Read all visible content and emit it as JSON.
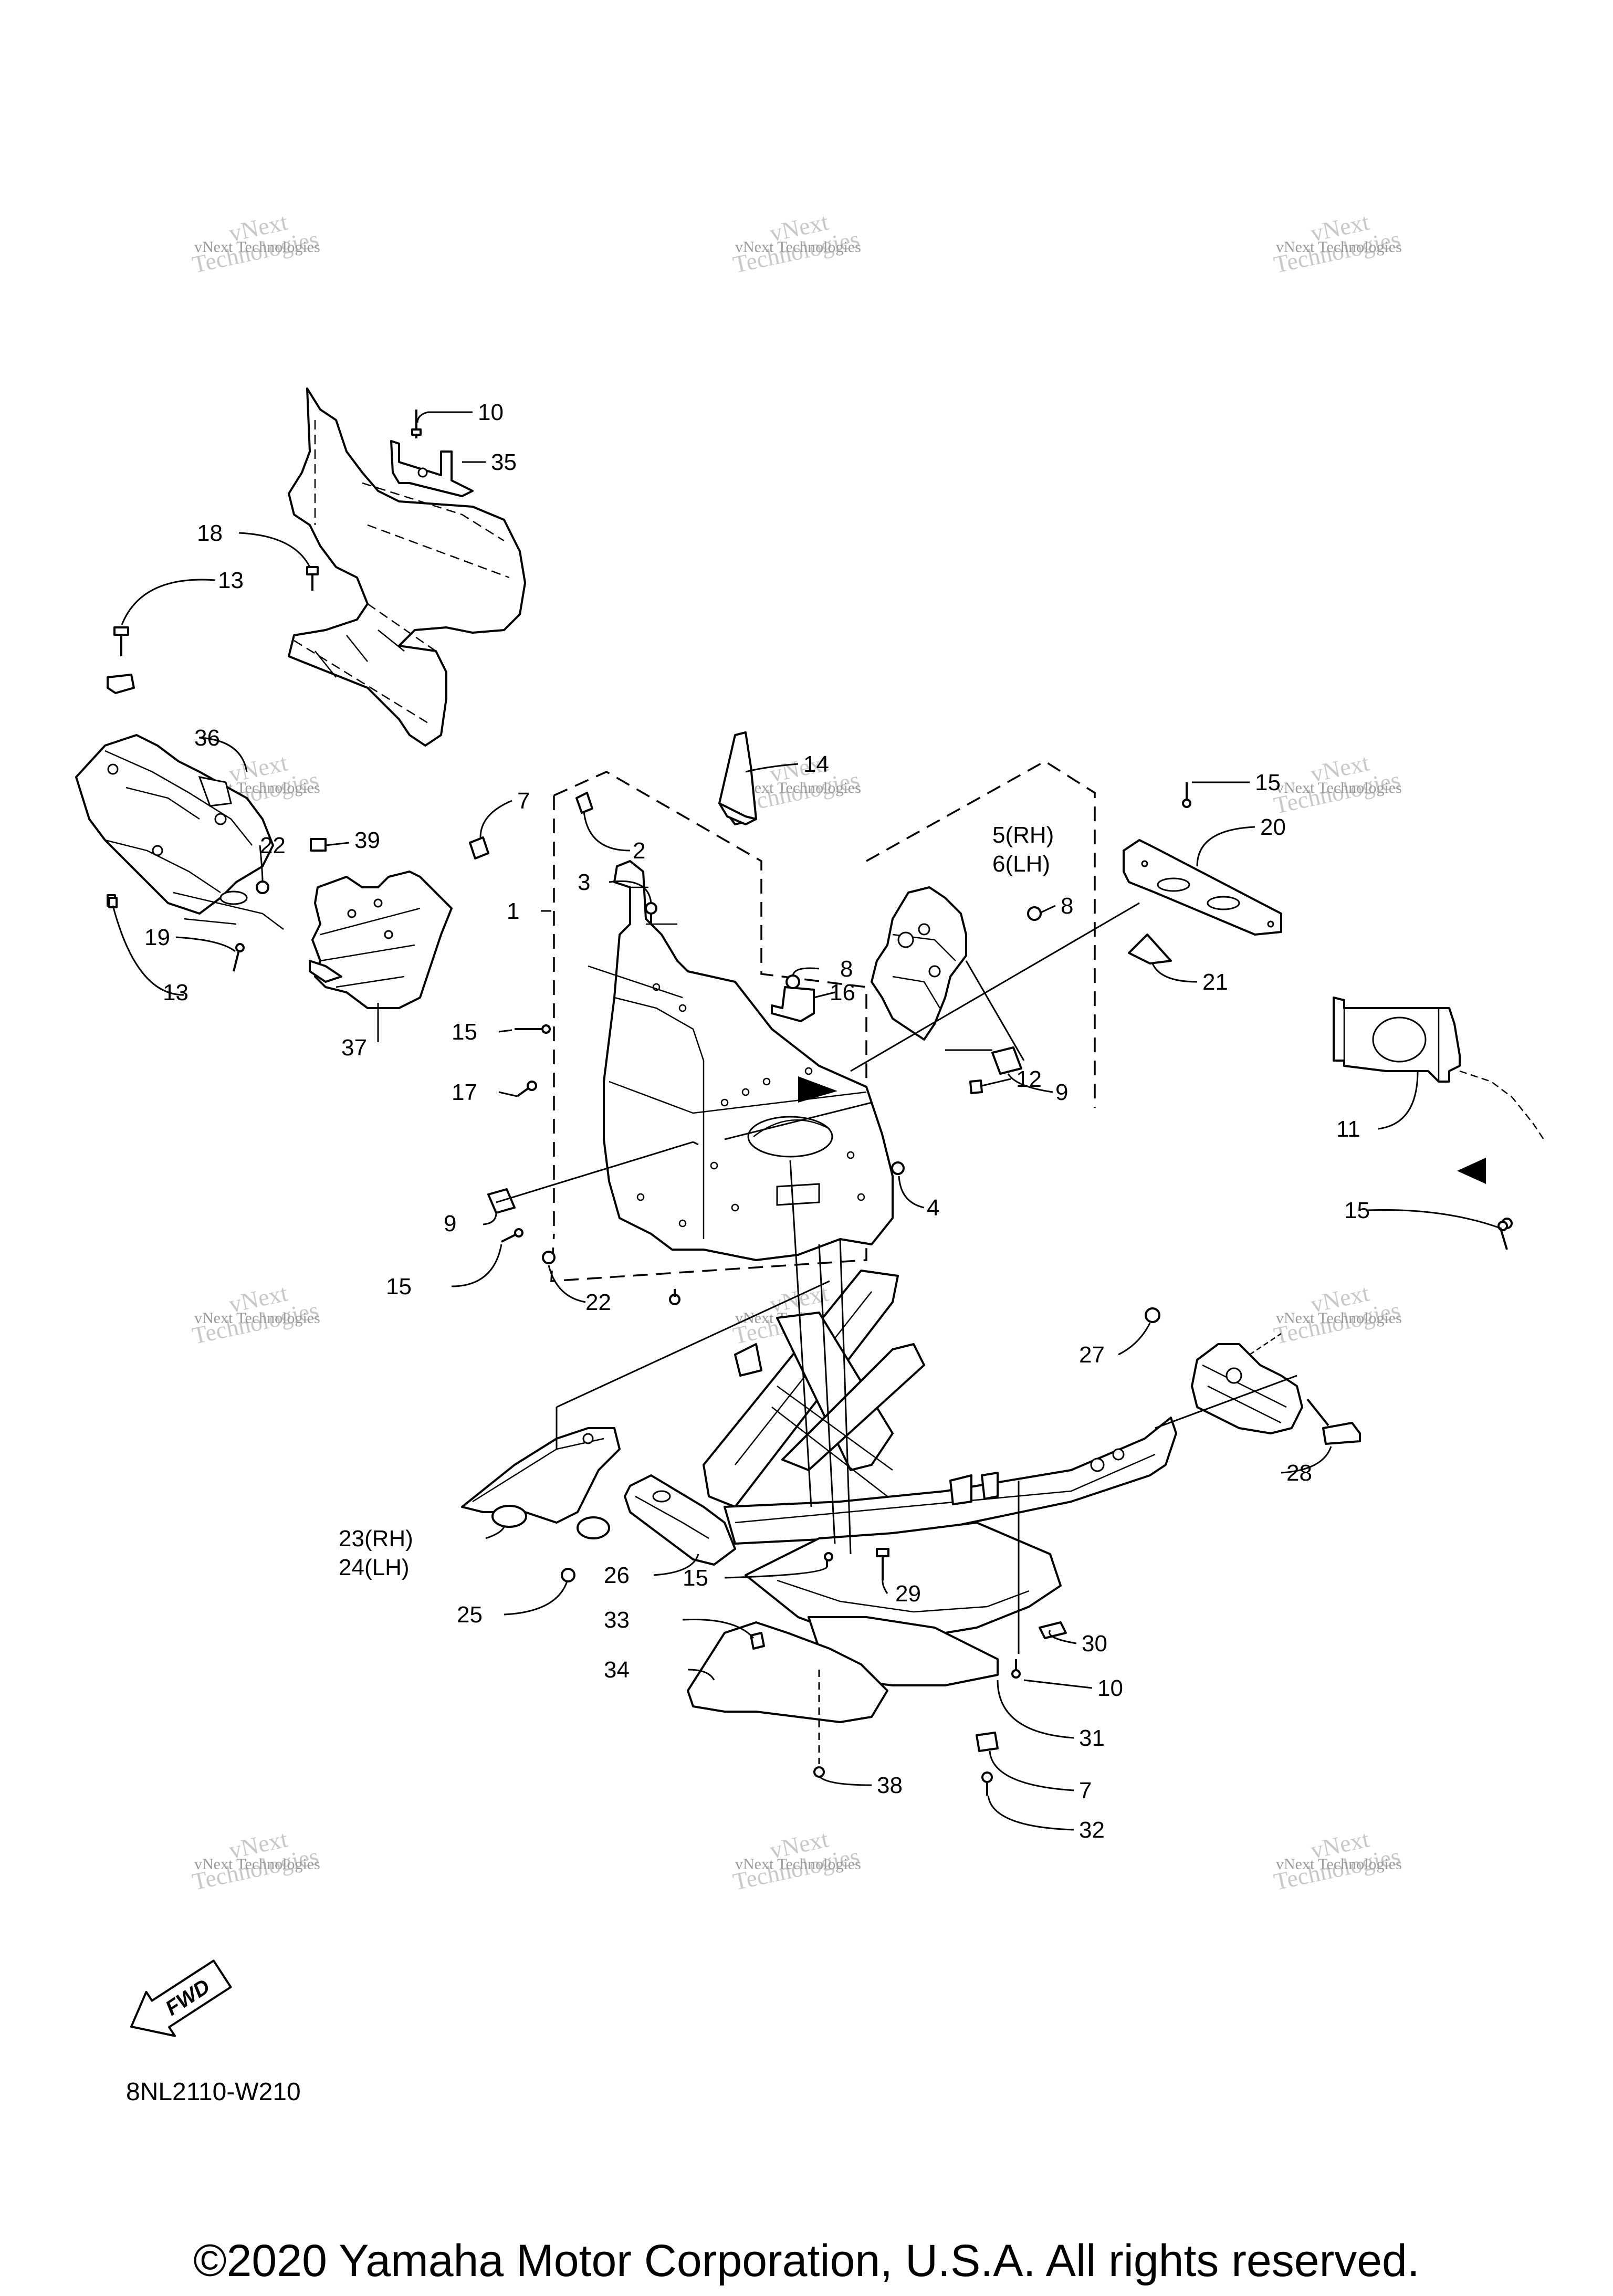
{
  "diagram": {
    "code": "8NL2110-W210",
    "copyright": "©2020 Yamaha Motor Corporation, U.S.A. All rights reserved.",
    "fwd_label": "FWD",
    "watermark": {
      "line1": "vNext Technologies",
      "line2": "vNext",
      "line3": "Technologies"
    },
    "callouts": [
      "10",
      "35",
      "18",
      "13",
      "36",
      "22",
      "39",
      "7",
      "19",
      "13",
      "37",
      "14",
      "2",
      "3",
      "1",
      "15",
      "17",
      "9",
      "15",
      "22",
      "5(RH)",
      "6(LH)",
      "8",
      "8",
      "16",
      "9",
      "12",
      "4",
      "15",
      "20",
      "21",
      "11",
      "15",
      "27",
      "28",
      "23(RH)",
      "24(LH)",
      "25",
      "26",
      "15",
      "29",
      "33",
      "34",
      "30",
      "10",
      "31",
      "7",
      "38",
      "32"
    ]
  }
}
